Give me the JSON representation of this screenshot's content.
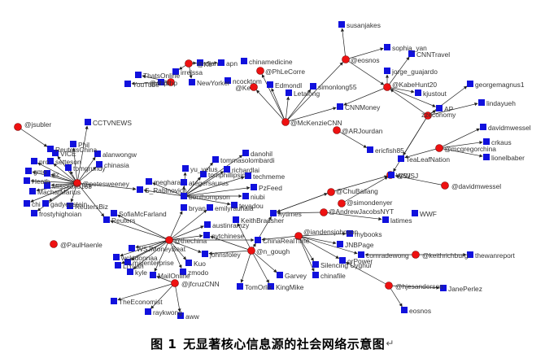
{
  "figure": {
    "caption_prefix": "图 1",
    "caption_title": "无显著核心信息源的社会网络示意图",
    "caption_mark": "↵"
  },
  "legend_colors": {
    "person": "#ee1111",
    "source": "#1111dd",
    "edge": "#222222",
    "label": "#333333"
  },
  "nodes": [
    {
      "id": "kehaha",
      "label": "@Ke",
      "type": "person"
    },
    {
      "id": "jsubler",
      "label": "@jsubler",
      "type": "person"
    },
    {
      "id": "paulhaenle",
      "label": "@PaulHaenle",
      "type": "person"
    },
    {
      "id": "petesweeney",
      "label": "@petesweeney",
      "type": "person"
    },
    {
      "id": "thechina",
      "label": "@thechina",
      "type": "person"
    },
    {
      "id": "jfcruz",
      "label": "@jfcruzCNN",
      "type": "person"
    },
    {
      "id": "ngough",
      "label": "@n_gough",
      "type": "person"
    },
    {
      "id": "iandens",
      "label": "@iandensjohnson",
      "type": "person"
    },
    {
      "id": "andrewjacobs",
      "label": "@AndrewJacobsNYT",
      "type": "person"
    },
    {
      "id": "chubailang",
      "label": "@ChuBailang",
      "type": "person"
    },
    {
      "id": "simondenyer",
      "label": "@simondenyer",
      "type": "person"
    },
    {
      "id": "arjourdan",
      "label": "@ARJourdan",
      "type": "person"
    },
    {
      "id": "mckenzie",
      "label": "@McKenzieCNN",
      "type": "person"
    },
    {
      "id": "phlecorre",
      "label": "@PhLeCorre",
      "type": "person"
    },
    {
      "id": "kerri",
      "label": "@Ke",
      "type": "person"
    },
    {
      "id": "eosnos",
      "label": "@eosnos",
      "type": "person"
    },
    {
      "id": "kabehunt",
      "label": "@KabeHunt20",
      "type": "person"
    },
    {
      "id": "zzeconomy",
      "label": "zzeconomy",
      "type": "person"
    },
    {
      "id": "mcgregor",
      "label": "@mcgregorchina",
      "type": "person"
    },
    {
      "id": "davidmwessel",
      "label": "@davidmwessel",
      "type": "person"
    },
    {
      "id": "keithrichburg",
      "label": "@keithrichburg",
      "type": "person"
    },
    {
      "id": "hjesanderson",
      "label": "@hjesanderson",
      "type": "person"
    },
    {
      "id": "dhp",
      "label": "@dhp",
      "type": "person"
    },
    {
      "id": "wsjb",
      "label": "@WSJ",
      "type": "person"
    },
    {
      "id": "susanjakes",
      "label": "susanjakes",
      "type": "source"
    },
    {
      "id": "sophia",
      "label": "sophia_yan",
      "type": "source"
    },
    {
      "id": "cnntravel",
      "label": "CNNTravel",
      "type": "source"
    },
    {
      "id": "jorge",
      "label": "jorge_guajardo",
      "type": "source"
    },
    {
      "id": "kjustout",
      "label": "kjustout",
      "type": "source"
    },
    {
      "id": "ap",
      "label": "AP",
      "type": "source"
    },
    {
      "id": "georgemagnus",
      "label": "georgemagnus1",
      "type": "source"
    },
    {
      "id": "lindayueh",
      "label": "lindayueh",
      "type": "source"
    },
    {
      "id": "davidmwessel2",
      "label": "davidmwessel",
      "type": "source"
    },
    {
      "id": "crkaus",
      "label": "crkaus",
      "type": "source"
    },
    {
      "id": "lionelbaber",
      "label": "lionelbaber",
      "type": "source"
    },
    {
      "id": "cnnmoney",
      "label": "CNNMoney",
      "type": "source"
    },
    {
      "id": "simonlong",
      "label": "simonlong55",
      "type": "source"
    },
    {
      "id": "edmondl",
      "label": "Edmondl",
      "type": "source"
    },
    {
      "id": "letalong",
      "label": "Letalong",
      "type": "source"
    },
    {
      "id": "chinamedicine",
      "label": "chinamedicine",
      "type": "source"
    },
    {
      "id": "rflan",
      "label": "rflan",
      "type": "source"
    },
    {
      "id": "irrelssa",
      "label": "irrelssa",
      "type": "source"
    },
    {
      "id": "thatsonline",
      "label": "ThatsOnline",
      "type": "source"
    },
    {
      "id": "youtube",
      "label": "YouTube",
      "type": "source"
    },
    {
      "id": "newyorker",
      "label": "NewYorker",
      "type": "source"
    },
    {
      "id": "cocktom",
      "label": "ncocktom",
      "type": "source"
    },
    {
      "id": "apn",
      "label": "apn",
      "type": "source"
    },
    {
      "id": "ericfish",
      "label": "ericfish85",
      "type": "source"
    },
    {
      "id": "tealeaf",
      "label": "TeaLeafNation",
      "type": "source"
    },
    {
      "id": "wsj",
      "label": "WSJ",
      "type": "source"
    },
    {
      "id": "wwf",
      "label": "WWF",
      "type": "source"
    },
    {
      "id": "latimes",
      "label": "latimes",
      "type": "source"
    },
    {
      "id": "nytimes",
      "label": "nytimes",
      "type": "source"
    },
    {
      "id": "wanreport",
      "label": "thewanreport",
      "type": "source"
    },
    {
      "id": "janeperlez",
      "label": "JanePerlez",
      "type": "source"
    },
    {
      "id": "eosnos2",
      "label": "eosnos",
      "type": "source"
    },
    {
      "id": "comradewong",
      "label": "comradewong",
      "type": "source"
    },
    {
      "id": "mybooks",
      "label": "mybooks",
      "type": "source"
    },
    {
      "id": "jnbpage",
      "label": "JNBPage",
      "type": "source"
    },
    {
      "id": "orpower",
      "label": "orPower",
      "type": "source"
    },
    {
      "id": "silencing",
      "label": "Silencing Uyghur",
      "type": "source"
    },
    {
      "id": "rchinafile",
      "label": "chinafile",
      "type": "source"
    },
    {
      "id": "garvey",
      "label": "Garvey",
      "type": "source"
    },
    {
      "id": "chinarealtime",
      "label": "ChinaRealTime",
      "type": "source"
    },
    {
      "id": "tomorlik",
      "label": "TomOrlik",
      "type": "source"
    },
    {
      "id": "kingmike",
      "label": "KingMike",
      "type": "source"
    },
    {
      "id": "johnsfoley",
      "label": "johnsfoley",
      "type": "source"
    },
    {
      "id": "keithbradsher",
      "label": "KeithBradsher",
      "type": "source"
    },
    {
      "id": "nytchinese",
      "label": "nytchinese",
      "type": "source"
    },
    {
      "id": "austinrdzy",
      "label": "austinramzy",
      "type": "source"
    },
    {
      "id": "tevadou",
      "label": "tevadou",
      "type": "source"
    },
    {
      "id": "pzfeed",
      "label": "PzFeed",
      "type": "source"
    },
    {
      "id": "niubi",
      "label": "niubi",
      "type": "source"
    },
    {
      "id": "techmeme",
      "label": "techmeme",
      "type": "source"
    },
    {
      "id": "richardlai",
      "label": "richardlai",
      "type": "source"
    },
    {
      "id": "tommasolomb",
      "label": "tommasolombardi",
      "type": "source"
    },
    {
      "id": "danohil",
      "label": "danohil",
      "type": "source"
    },
    {
      "id": "tomphillips",
      "label": "tomphillipsin",
      "type": "source"
    },
    {
      "id": "yuvetus",
      "label": "yu_vetus",
      "type": "source"
    },
    {
      "id": "tategerbsarus",
      "label": "ategersaurus",
      "type": "source"
    },
    {
      "id": "bentonthompson",
      "label": "benthompson",
      "type": "source"
    },
    {
      "id": "bryan",
      "label": "bryan",
      "type": "source"
    },
    {
      "id": "emily",
      "label": "emilyrauhala",
      "type": "source"
    },
    {
      "id": "meghara",
      "label": "meghara",
      "type": "source"
    },
    {
      "id": "srabinovich",
      "label": "S_Rabinovich",
      "type": "source"
    },
    {
      "id": "sofiamcfarland",
      "label": "SofiaMcFarland",
      "type": "source"
    },
    {
      "id": "reuters",
      "label": "Reuters",
      "type": "source"
    },
    {
      "id": "reutersbiz",
      "label": "ReutersBiz",
      "type": "source"
    },
    {
      "id": "wsjmoneybeat",
      "label": "WSJMoneyBeat",
      "type": "source"
    },
    {
      "id": "wcktdonnaa",
      "label": "wcktdonnaa",
      "type": "source"
    },
    {
      "id": "majenterprise",
      "label": "majenterprise",
      "type": "source"
    },
    {
      "id": "liyuan",
      "label": "LiYuan",
      "type": "source"
    },
    {
      "id": "kuo",
      "label": "Kuo",
      "type": "source"
    },
    {
      "id": "kylek",
      "label": "kyle",
      "type": "source"
    },
    {
      "id": "zmodo",
      "label": "zmodo",
      "type": "source"
    },
    {
      "id": "mailonline",
      "label": "MailOnline",
      "type": "source"
    },
    {
      "id": "theeconomist",
      "label": "TheEconomist",
      "type": "source"
    },
    {
      "id": "raykwong",
      "label": "raykwong",
      "type": "source"
    },
    {
      "id": "aww",
      "label": "aww",
      "type": "source"
    },
    {
      "id": "cctvnews",
      "label": "CCTVNEWS",
      "type": "source"
    },
    {
      "id": "vice",
      "label": "VICE",
      "type": "source"
    },
    {
      "id": "alanwongw",
      "label": "alanwongw",
      "type": "source"
    },
    {
      "id": "reuterschina",
      "label": "ReutersChina",
      "type": "source"
    },
    {
      "id": "chinasia",
      "label": "chinasia",
      "type": "source"
    },
    {
      "id": "tomgrundy",
      "label": "tomgrundy",
      "type": "source"
    },
    {
      "id": "missxoxo",
      "label": "Missxoxo168",
      "type": "source"
    },
    {
      "id": "frostyhighoian",
      "label": "frostyhighoian",
      "type": "source"
    },
    {
      "id": "heath",
      "label": "Heath",
      "type": "source"
    },
    {
      "id": "machartimus",
      "label": "MacharMarius",
      "type": "source"
    },
    {
      "id": "setteson",
      "label": "setteson",
      "type": "source"
    },
    {
      "id": "gadyepstein",
      "label": "gadyepstein",
      "type": "source"
    },
    {
      "id": "chicaa",
      "label": "chi",
      "type": "source"
    },
    {
      "id": "pro",
      "label": "pro",
      "type": "source"
    },
    {
      "id": "gmoo",
      "label": "gmo",
      "type": "source"
    },
    {
      "id": "ogz",
      "label": "gz",
      "type": "source"
    },
    {
      "id": "dhpsrc",
      "label": "dhp",
      "type": "source"
    },
    {
      "id": "phil",
      "label": "Phil",
      "type": "source"
    }
  ]
}
